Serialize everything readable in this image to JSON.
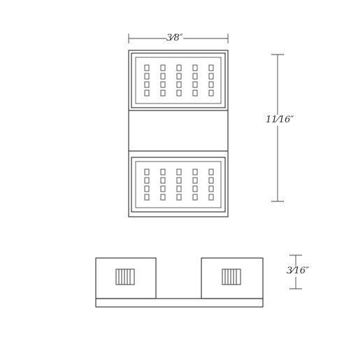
{
  "dimensions": {
    "width": "3⁄8″",
    "height": "11⁄16″",
    "depth": "3⁄16″"
  },
  "grid": {
    "rows": 4,
    "cols": 5
  },
  "colors": {
    "line": "#3a3a3a",
    "thin": "#666666",
    "cell": "#555555"
  }
}
